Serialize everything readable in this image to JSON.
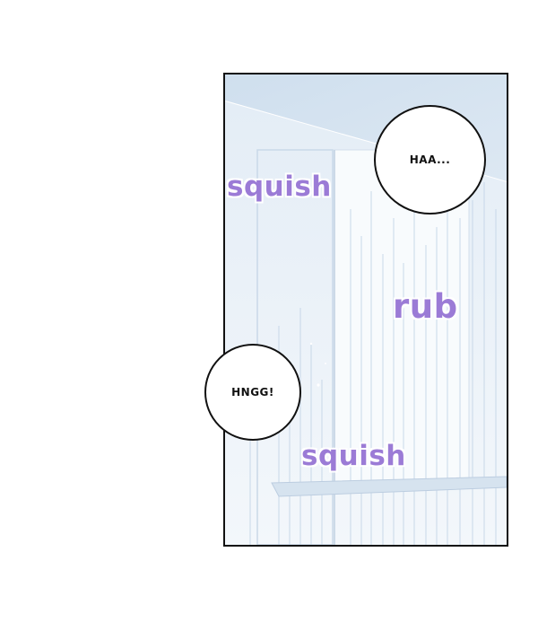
{
  "panel": {
    "sfx": {
      "squish_top": "squish",
      "rub": "rub",
      "squish_bottom": "squish"
    },
    "bubbles": {
      "haa": "HAA...",
      "hngg": "HNGG!"
    }
  },
  "colors": {
    "sfx_text": "#9b7bd6",
    "panel_border": "#111111",
    "sky_tint": "#dbe7f3"
  }
}
